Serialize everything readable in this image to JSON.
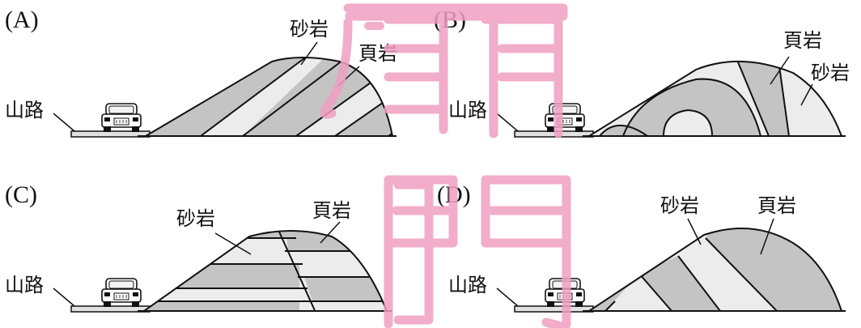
{
  "colors": {
    "sandstone": "#ececec",
    "shale": "#c4c4c4",
    "road": "#e1e1e1",
    "ink": "#111111",
    "watermark": "#ef9fc0"
  },
  "labels": {
    "road": "山路",
    "sandstone": "砂岩",
    "shale": "頁岩"
  },
  "panels": {
    "A": {
      "option": "(A)"
    },
    "B": {
      "option": "(B)"
    },
    "C": {
      "option": "(C)"
    },
    "D": {
      "option": "(D)"
    }
  },
  "watermark": {
    "text_top": "扉",
    "text_bottom": "門"
  }
}
